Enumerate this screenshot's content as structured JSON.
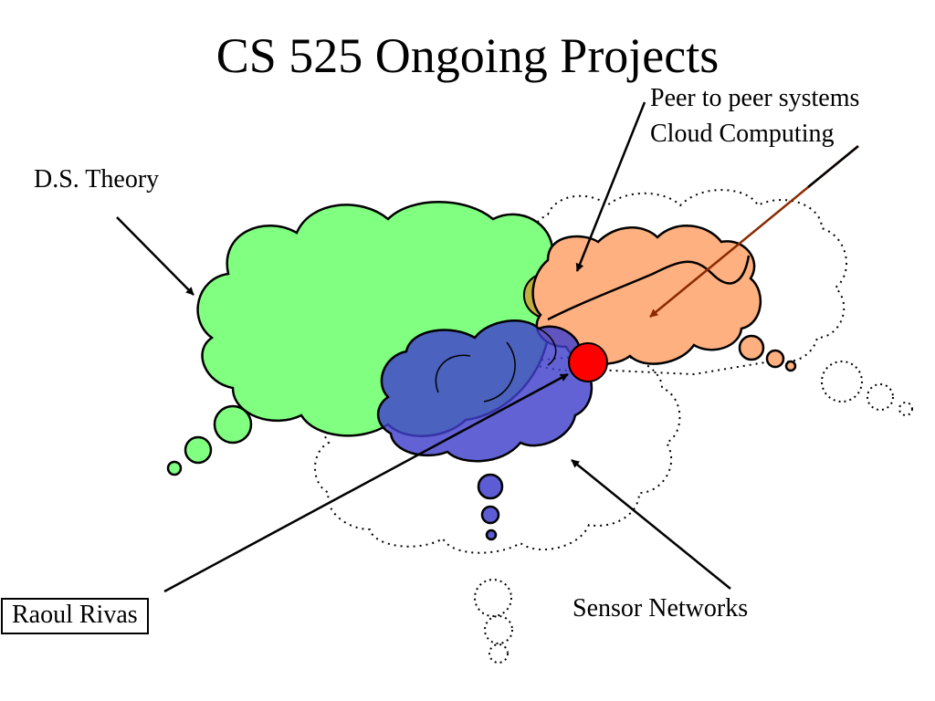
{
  "title": "CS 525 Ongoing Projects",
  "labels": {
    "p2p": "Peer to peer systems",
    "cloud": "Cloud Computing",
    "ds_theory": "D.S. Theory",
    "sensor": "Sensor Networks",
    "raoul": "Raoul Rivas"
  },
  "colors": {
    "ds_theory": "#80ff80",
    "p2p": "#ffb080",
    "sensor": "#4040cc",
    "overlap": "#c0b040",
    "highlight": "#ff0000",
    "cloud_arrow": "#8b2a00"
  }
}
